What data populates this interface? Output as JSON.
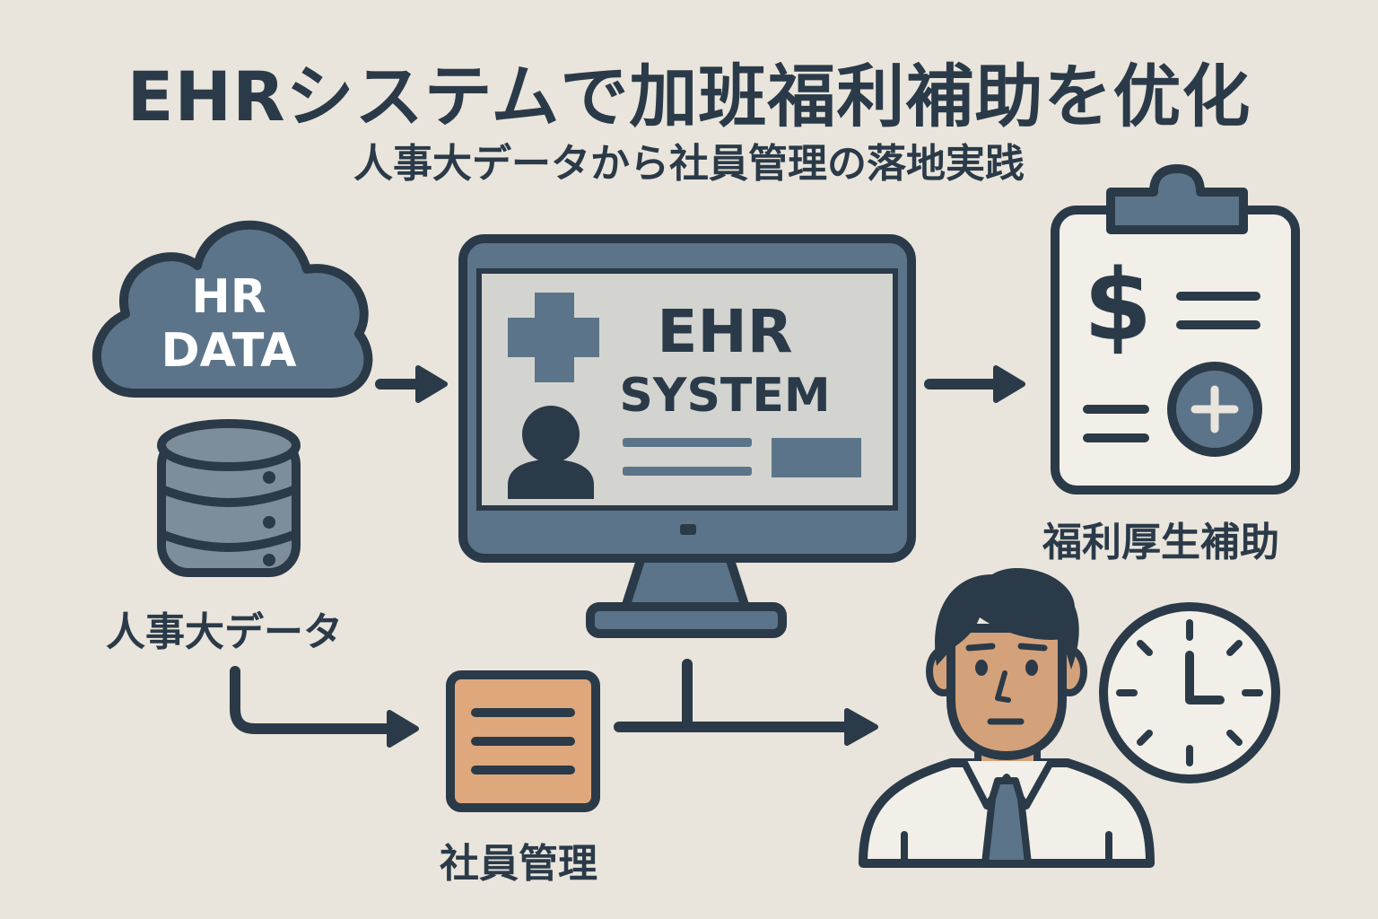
{
  "header": {
    "title": "EHRシステムで加班福利補助を优化",
    "subtitle": "人事大データから社員管理の落地実践"
  },
  "cloud": {
    "line1": "HR",
    "line2": "DATA"
  },
  "monitor": {
    "line1": "EHR",
    "line2": "SYSTEM"
  },
  "labels": {
    "database": "人事大データ",
    "welfare": "福利厚生補助",
    "employee_mgmt": "社員管理"
  },
  "colors": {
    "background": "#e9e5dc",
    "outline": "#2b3a48",
    "slate": "#5c7489",
    "light_panel": "#d3d4d0",
    "orange": "#dea87c",
    "skin": "#d4a27a",
    "paper": "#f2efe8"
  }
}
